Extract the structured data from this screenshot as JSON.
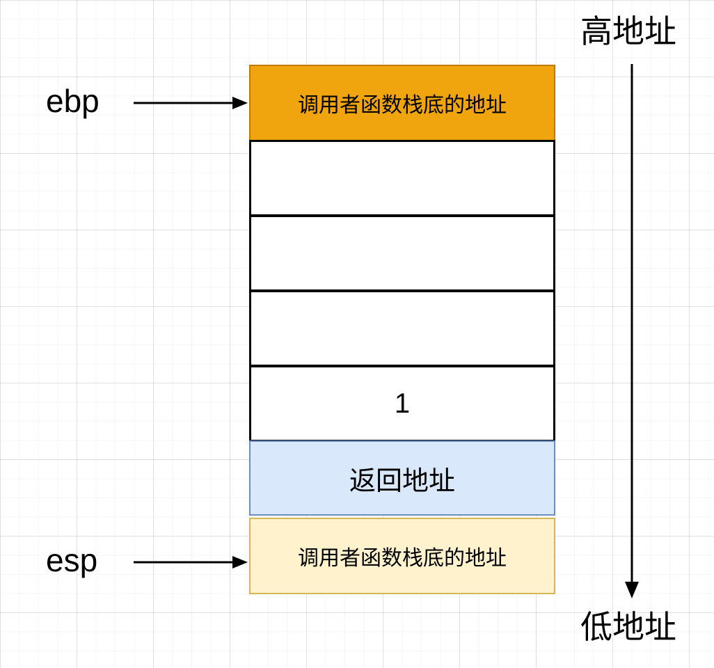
{
  "registers": {
    "ebp_label": "ebp",
    "esp_label": "esp"
  },
  "address_axis": {
    "high_label": "高地址",
    "low_label": "低地址"
  },
  "stack": {
    "rows": [
      {
        "name": "saved-ebp-top",
        "text": "调用者函数栈底的地址"
      },
      {
        "name": "empty-1",
        "text": ""
      },
      {
        "name": "empty-2",
        "text": ""
      },
      {
        "name": "empty-3",
        "text": ""
      },
      {
        "name": "value-1",
        "text": "1"
      },
      {
        "name": "return-address",
        "text": "返回地址"
      },
      {
        "name": "saved-ebp-bottom",
        "text": "调用者函数栈底的地址"
      }
    ]
  },
  "colors": {
    "orange_fill": "#F0A50E",
    "orange_stroke": "#BD7B00",
    "blue_fill": "#DAE8FC",
    "blue_stroke": "#6C8EBF",
    "yellow_fill": "#FFF2CC",
    "yellow_stroke": "#D6B656",
    "box_stroke": "#000000",
    "arrow_color": "#000000"
  }
}
